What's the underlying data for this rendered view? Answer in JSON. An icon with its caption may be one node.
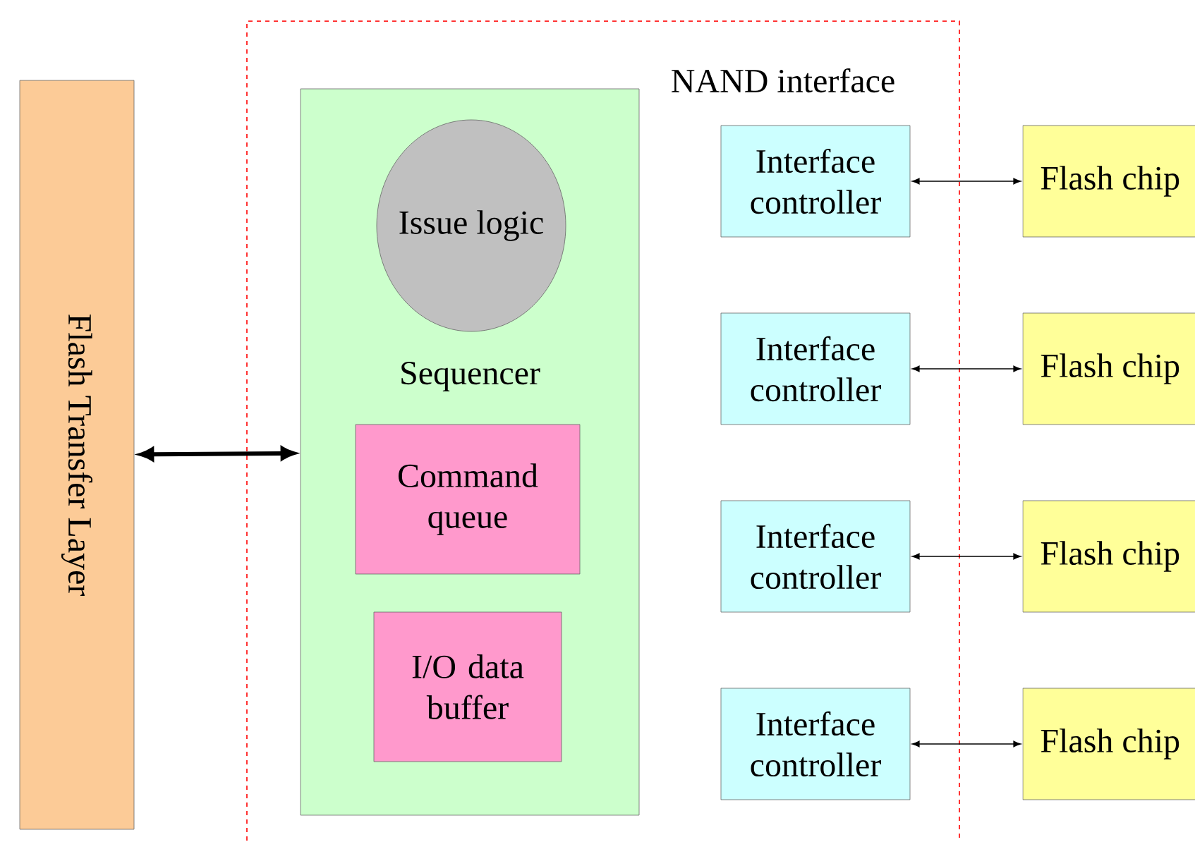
{
  "diagram": {
    "nodes": [
      {
        "text": [
          "Flash Transfer Layer"
        ]
      },
      {
        "text": [
          "NAND interface"
        ]
      },
      {
        "text": [
          "Sequencer"
        ],
        "in": 1
      },
      {
        "text": [
          "Issue logic"
        ],
        "in": 2
      },
      {
        "text": [
          "Command queue"
        ],
        "in": 2
      },
      {
        "text": [
          "I/O data buffer"
        ],
        "in": 2
      },
      {
        "text": [
          "Interface controller"
        ],
        "in": 1
      },
      {
        "text": [
          "Interface controller"
        ],
        "in": 1
      },
      {
        "text": [
          "Interface controller"
        ],
        "in": 1
      },
      {
        "text": [
          "Interface controller"
        ],
        "in": 1
      },
      {
        "text": [
          "Flash chip"
        ]
      },
      {
        "text": [
          "Flash chip"
        ]
      },
      {
        "text": [
          "Flash chip"
        ]
      },
      {
        "text": [
          "Flash chip"
        ]
      }
    ],
    "edges": [
      {
        "from": 0,
        "to": 2,
        "arrow": "both",
        "style": "thick"
      },
      {
        "from": 6,
        "to": 10,
        "arrow": "both"
      },
      {
        "from": 7,
        "to": 11,
        "arrow": "both"
      },
      {
        "from": 8,
        "to": 12,
        "arrow": "both"
      },
      {
        "from": 9,
        "to": 13,
        "arrow": "both"
      }
    ]
  }
}
